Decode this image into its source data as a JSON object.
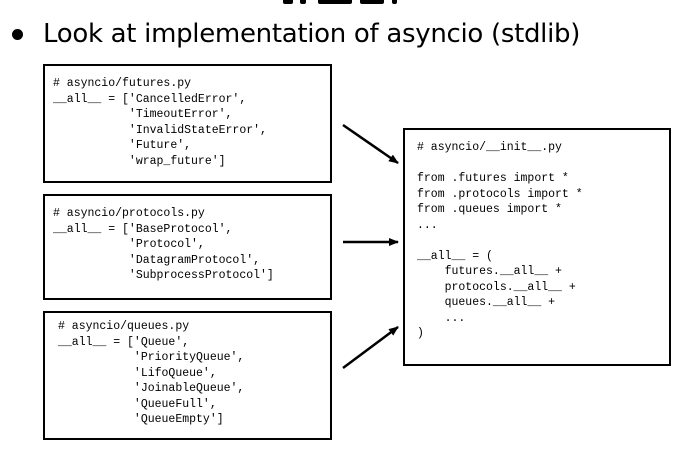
{
  "slide": {
    "bullet": "Look at implementation of asyncio (stdlib)"
  },
  "futures_box": {
    "code": "# asyncio/futures.py\n__all__ = ['CancelledError',\n           'TimeoutError',\n           'InvalidStateError',\n           'Future',\n           'wrap_future']"
  },
  "protocols_box": {
    "code": "# asyncio/protocols.py\n__all__ = ['BaseProtocol',\n           'Protocol',\n           'DatagramProtocol',\n           'SubprocessProtocol']"
  },
  "queues_box": {
    "code": "# asyncio/queues.py\n__all__ = ['Queue',\n           'PriorityQueue',\n           'LifoQueue',\n           'JoinableQueue',\n           'QueueFull',\n           'QueueEmpty']"
  },
  "init_box": {
    "code": "# asyncio/__init__.py\n\nfrom .futures import *\nfrom .protocols import *\nfrom .queues import *\n...\n\n__all__ = (\n    futures.__all__ +\n    protocols.__all__ +\n    queues.__all__ +\n    ...\n)"
  },
  "colors": {
    "foreground": "#000000",
    "background": "#ffffff"
  }
}
